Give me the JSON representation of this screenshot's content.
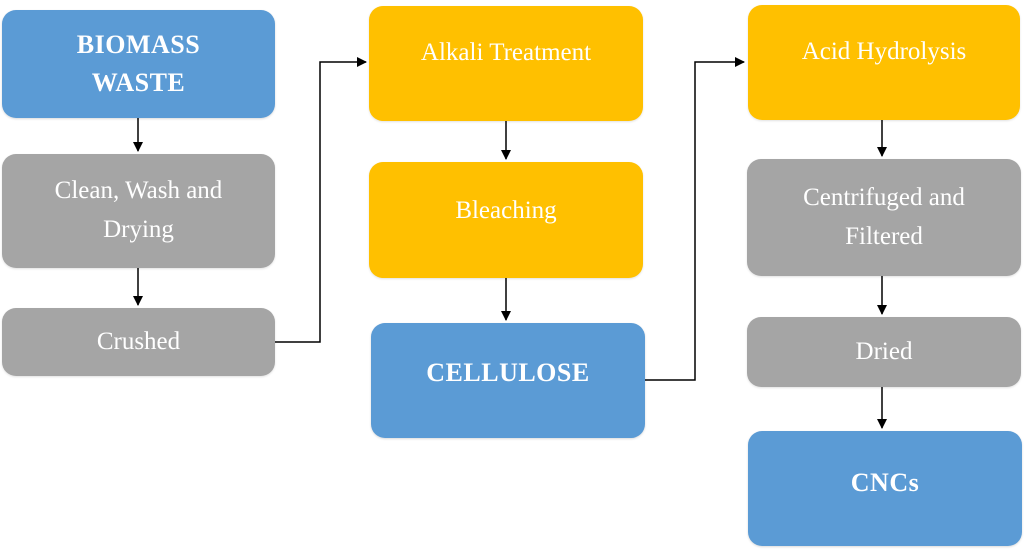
{
  "colors": {
    "raw_material": "#5b9bd5",
    "mechanical_step": "#a5a5a5",
    "chemical_step": "#ffc000",
    "connector": "#000000",
    "text": "#ffffff"
  },
  "flow": {
    "column_1": {
      "biomass_waste": "BIOMASS\nWASTE",
      "clean_wash_drying": "Clean, Wash and\nDrying",
      "crushed": "Crushed"
    },
    "column_2": {
      "alkali_treatment": "Alkali Treatment",
      "bleaching": "Bleaching",
      "cellulose": "CELLULOSE"
    },
    "column_3": {
      "acid_hydrolysis": "Acid Hydrolysis",
      "centrifuged_filtered": "Centrifuged and\nFiltered",
      "dried": "Dried",
      "cncs": "CNCs"
    }
  }
}
